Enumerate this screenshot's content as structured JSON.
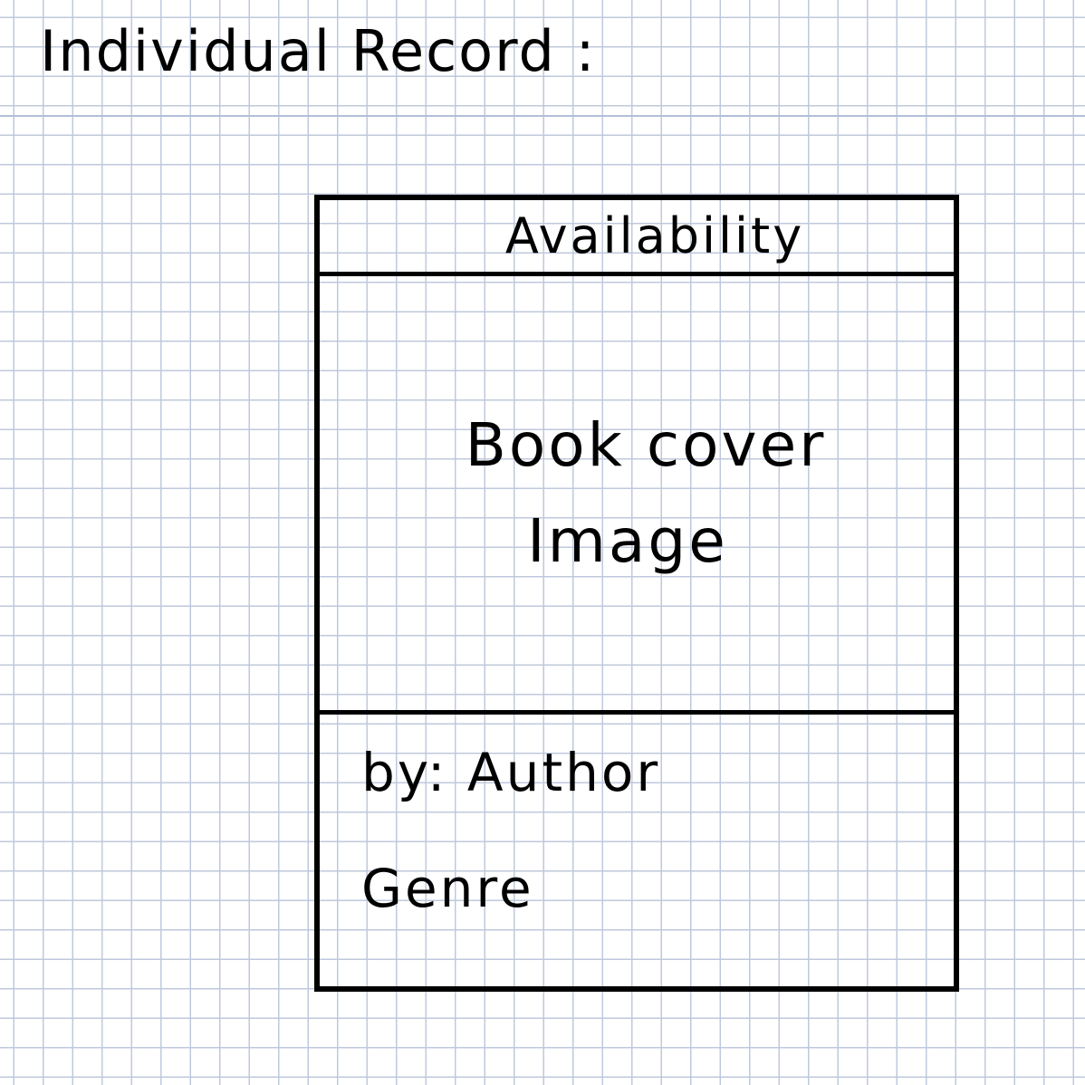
{
  "sketch": {
    "heading": "Individual Record :",
    "card": {
      "availability_label": "Availability",
      "cover_line_1": "Book cover",
      "cover_line_2": "Image",
      "author_prefix": "by:",
      "author_label": "Author",
      "genre_label": "Genre"
    }
  }
}
